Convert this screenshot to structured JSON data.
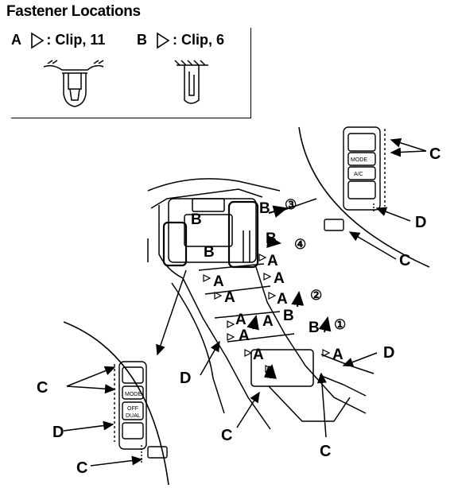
{
  "title": "Fastener Locations",
  "legend": {
    "a": {
      "letter": "A",
      "text": ": Clip, 11"
    },
    "b": {
      "letter": "B",
      "text": ": Clip, 6"
    }
  },
  "callouts": {
    "A": "A",
    "B": "B",
    "C": "C",
    "D": "D"
  },
  "steps": [
    "①",
    "②",
    "③",
    "④"
  ],
  "buttons": {
    "mode": "MODE",
    "ac": "A/C",
    "off": "OFF",
    "dual": "DUAL"
  }
}
